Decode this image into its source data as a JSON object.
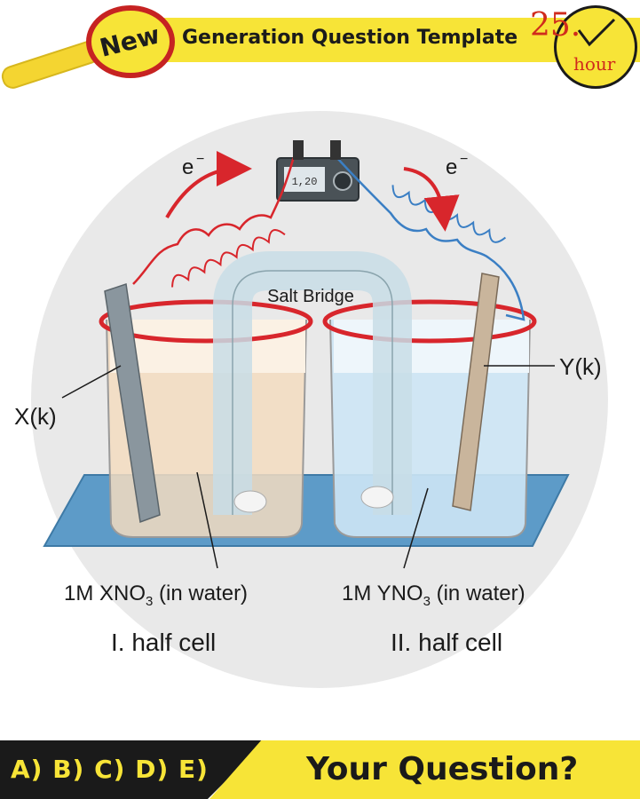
{
  "header": {
    "badge_label": "New",
    "title": "Generation Question Template",
    "clock_number": "25.",
    "clock_unit": "hour"
  },
  "diagram": {
    "electron_left": "e",
    "electron_right": "e",
    "electron_charge": "−",
    "meter_reading": "1,20",
    "salt_bridge_label": "Salt Bridge",
    "electrode_left_label": "X(k)",
    "electrode_right_label": "Y(k)",
    "solution_left": "1M XNO",
    "solution_right": "1M YNO",
    "subscript": "3",
    "solution_suffix": " (in water)",
    "cell_left_label": "I. half cell",
    "cell_right_label": "II. half cell"
  },
  "footer": {
    "answers": "A) B) C) D) E)",
    "prompt": "Your Question?"
  },
  "colors": {
    "yellow": "#f7e437",
    "red": "#c62322",
    "beaker_left": "#f3dcc0",
    "beaker_right": "#cde6f5",
    "wire_red": "#d8262c",
    "wire_blue": "#3b7fc4",
    "table": "#5d9bc8"
  }
}
